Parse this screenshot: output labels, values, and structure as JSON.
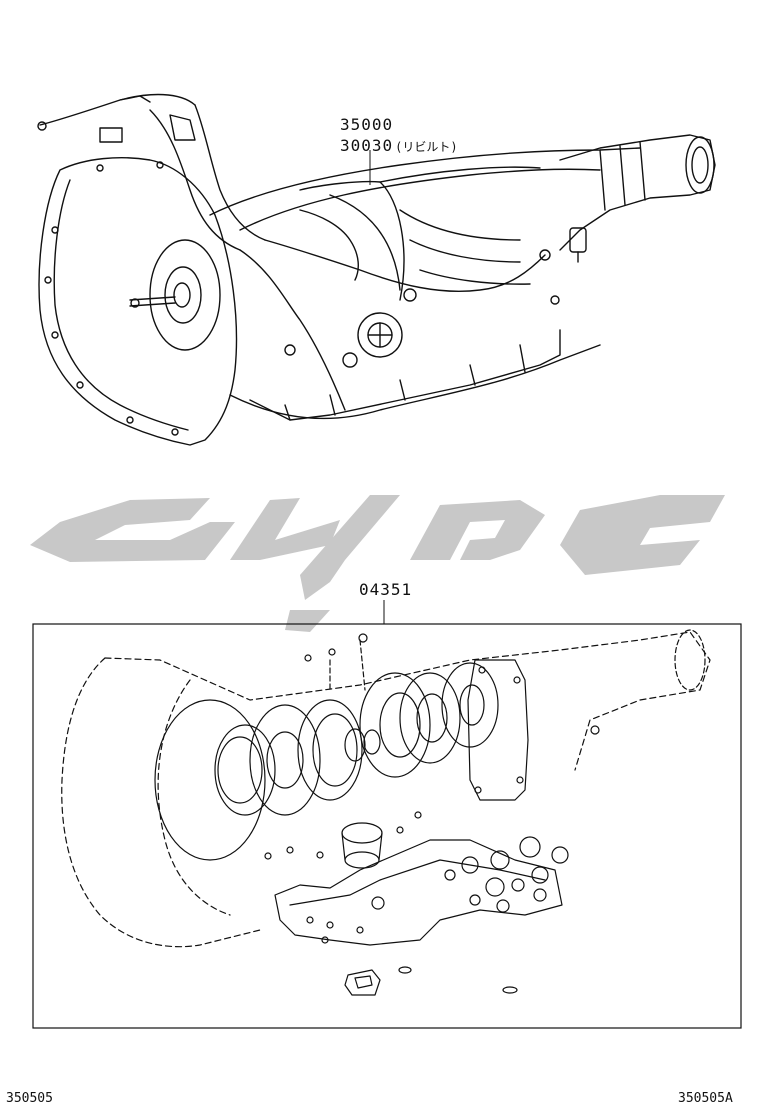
{
  "assembly": {
    "part_no_1": "35000",
    "part_no_2": "30030",
    "rebuilt_note": "(リビルト)"
  },
  "kit": {
    "part_no": "04351"
  },
  "footer": {
    "left_code": "350505",
    "right_code": "350505A"
  },
  "watermark": {
    "color": "#c8c8c8"
  }
}
